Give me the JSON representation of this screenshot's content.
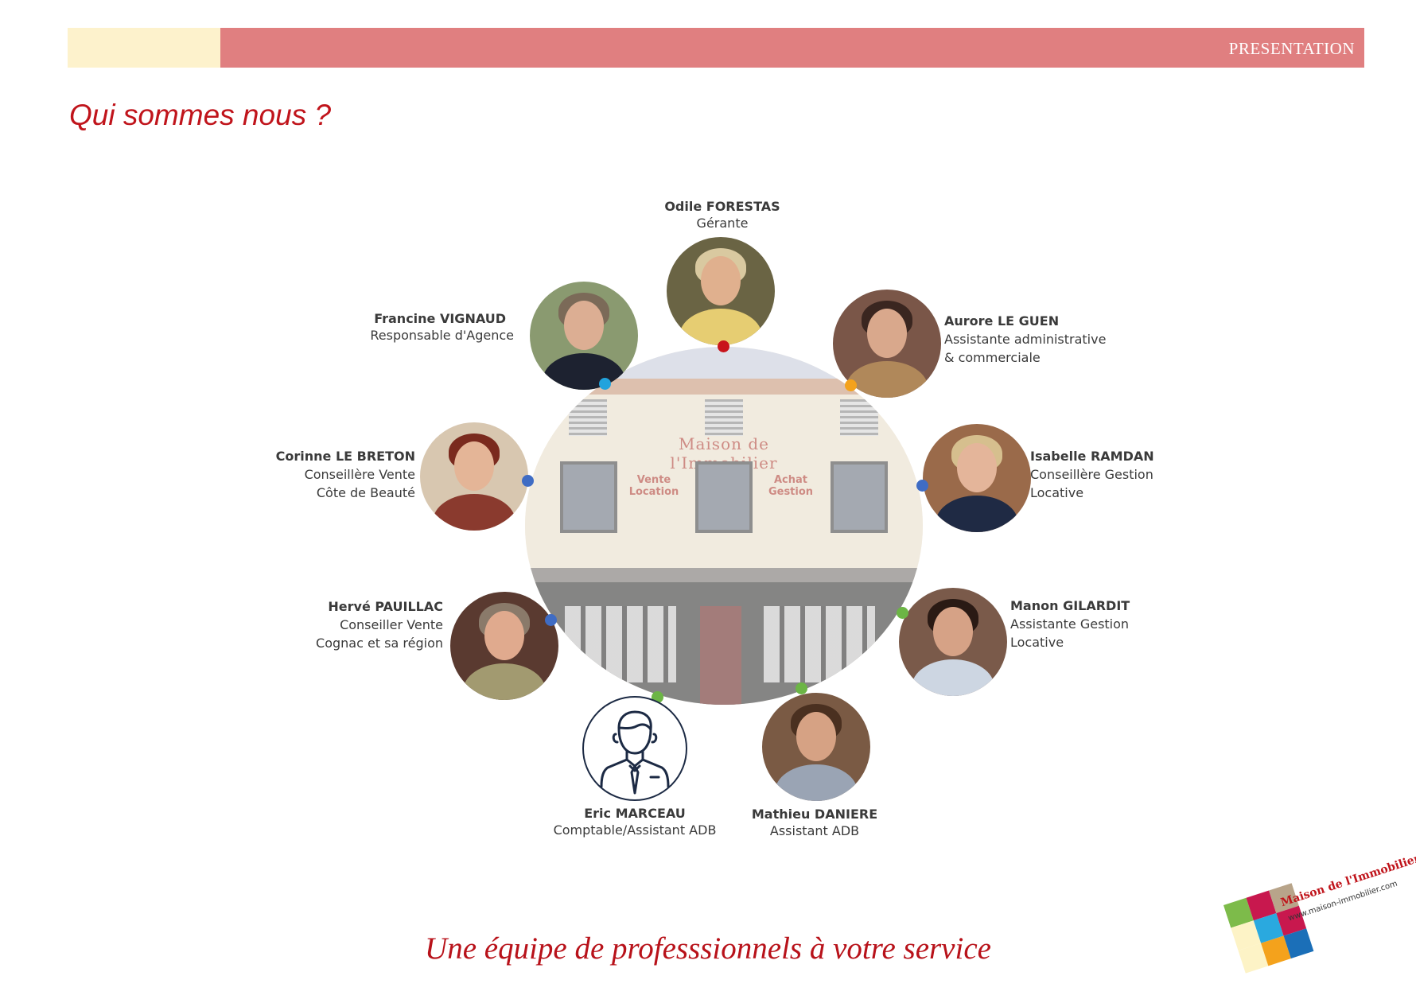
{
  "header": {
    "section_label": "PRESENTATION"
  },
  "page_title": "Qui sommes nous ?",
  "tagline": "Une équipe de professsionnels à votre service",
  "storefront": {
    "sign": "Maison de l'Immobilier",
    "left_label_1": "Vente",
    "left_label_2": "Location",
    "right_label_1": "Achat",
    "right_label_2": "Gestion"
  },
  "team": {
    "odile": {
      "name": "Odile FORESTAS",
      "role": "Gérante",
      "dot_color": "#c8141b"
    },
    "francine": {
      "name": "Francine VIGNAUD",
      "role": "Responsable d'Agence",
      "dot_color": "#22a3dd"
    },
    "aurore": {
      "name": "Aurore LE GUEN",
      "role_line1": "Assistante administrative",
      "role_line2": "& commerciale",
      "dot_color": "#f4a21c"
    },
    "corinne": {
      "name": "Corinne LE BRETON",
      "role_line1": "Conseillère Vente",
      "role_line2": "Côte de Beauté",
      "dot_color": "#3f6cc4"
    },
    "isabelle": {
      "name": "Isabelle RAMDAN",
      "role_line1": "Conseillère Gestion",
      "role_line2": "Locative",
      "dot_color": "#3f6cc4"
    },
    "herve": {
      "name": "Hervé PAUILLAC",
      "role_line1": "Conseiller Vente",
      "role_line2": "Cognac et sa région",
      "dot_color": "#3f6cc4"
    },
    "manon": {
      "name": "Manon GILARDIT",
      "role_line1": "Assistante Gestion",
      "role_line2": "Locative",
      "dot_color": "#6cb545"
    },
    "eric": {
      "name": "Eric MARCEAU",
      "role": "Comptable/Assistant ADB",
      "dot_color": "#6cb545"
    },
    "mathieu": {
      "name": "Mathieu DANIERE",
      "role": "Assistant ADB",
      "dot_color": "#6cb545"
    }
  },
  "logo": {
    "name": "Maison de l'Immobilier",
    "url": "www.maison-immobilier.com",
    "colors": [
      "#7dbb4a",
      "#c8184e",
      "#b8a48a",
      "#fdf3c6",
      "#2aa9df",
      "#c8184e",
      "#fdf3c6",
      "#f4a21c",
      "#1b6fb8"
    ]
  }
}
